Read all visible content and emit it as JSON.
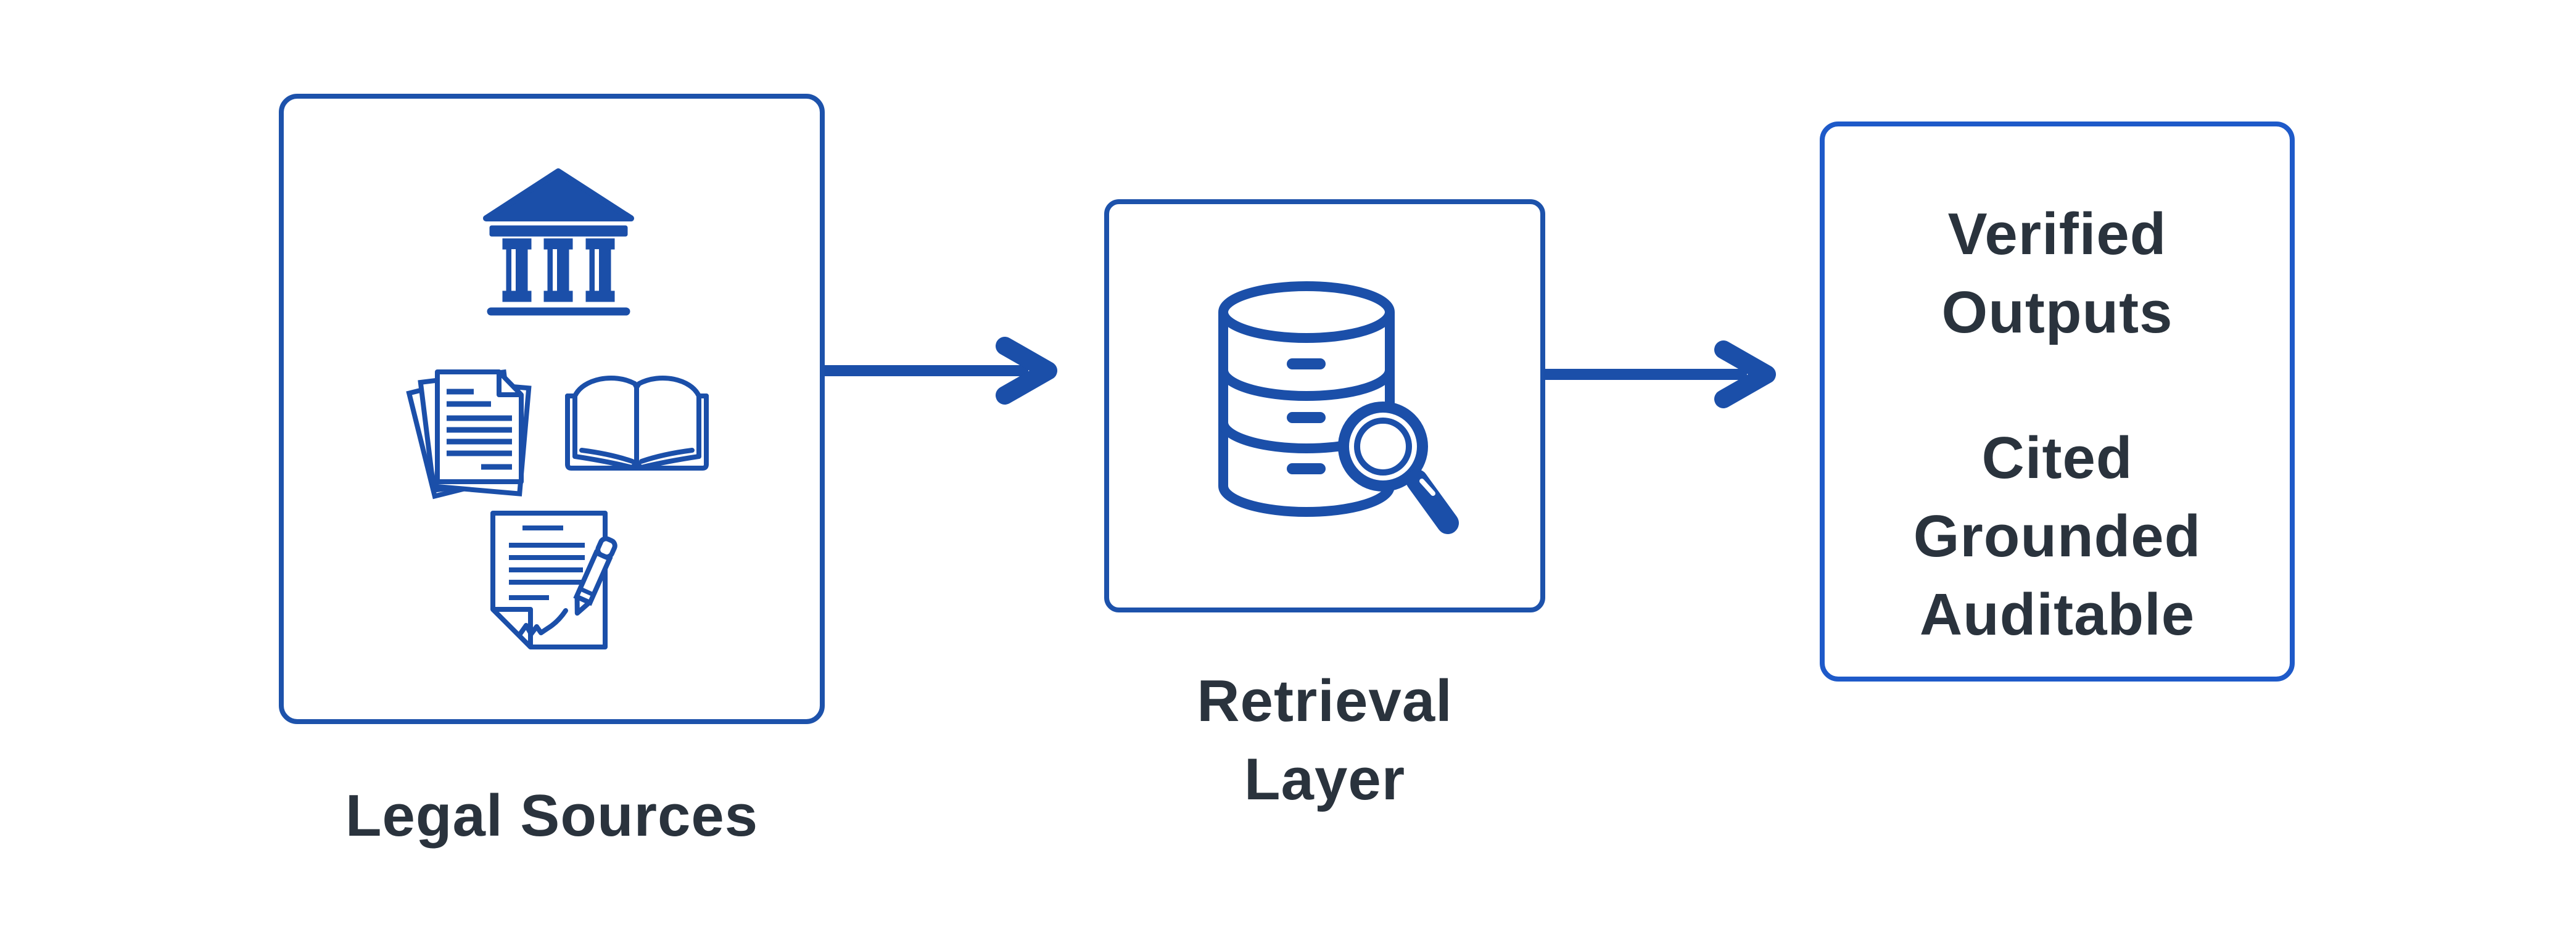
{
  "colors": {
    "primary_blue": "#1b4fa9",
    "box_border_blue": "#1d52ab",
    "output_box_border_blue": "#1e5ac9",
    "label_text": "#2a333d",
    "background": "#ffffff"
  },
  "nodes": {
    "legal_sources": {
      "label": "Legal Sources",
      "icons": [
        "courthouse-icon",
        "document-stack-icon",
        "open-book-icon",
        "signed-contract-icon"
      ]
    },
    "retrieval_layer": {
      "label_lines": [
        "Retrieval",
        "Layer"
      ],
      "icon": "database-search-icon"
    },
    "verified_outputs": {
      "title_lines": [
        "Verified",
        "Outputs"
      ],
      "qualities": [
        "Cited",
        "Grounded",
        "Auditable"
      ]
    }
  },
  "arrows": [
    {
      "name": "arrow-legal-to-retrieval",
      "direction": "right"
    },
    {
      "name": "arrow-retrieval-to-outputs",
      "direction": "right"
    }
  ]
}
